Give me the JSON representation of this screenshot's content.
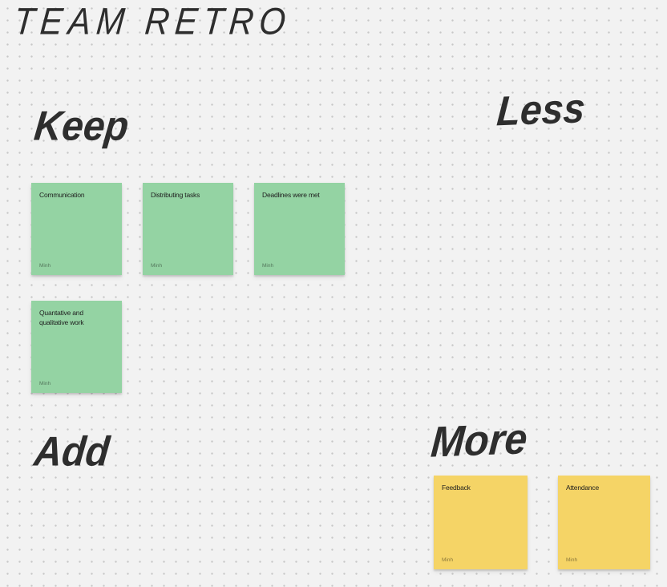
{
  "board": {
    "title": "TEAM RETRO",
    "background_color": "#f2f2f2",
    "dot_grid_color": "#c7c7c7",
    "ink_color": "#2e2e2e"
  },
  "colors": {
    "sticky_green": "#94d3a3",
    "sticky_yellow": "#f5d466",
    "sticky_text": "#1e1e1e"
  },
  "sections": [
    {
      "label": "Keep",
      "notes": [
        {
          "text": "Communication",
          "author": "Minh",
          "color": "#94d3a3"
        },
        {
          "text": "Distributing tasks",
          "author": "Minh",
          "color": "#94d3a3"
        },
        {
          "text": "Deadlines were met",
          "author": "Minh",
          "color": "#94d3a3"
        },
        {
          "text": "Quantative and qualitative work",
          "author": "Minh",
          "color": "#94d3a3"
        }
      ]
    },
    {
      "label": "Less",
      "notes": []
    },
    {
      "label": "Add",
      "notes": []
    },
    {
      "label": "More",
      "notes": [
        {
          "text": "Feedback",
          "author": "Minh",
          "color": "#f5d466"
        },
        {
          "text": "Attendance",
          "author": "Minh",
          "color": "#f5d466"
        }
      ]
    }
  ]
}
